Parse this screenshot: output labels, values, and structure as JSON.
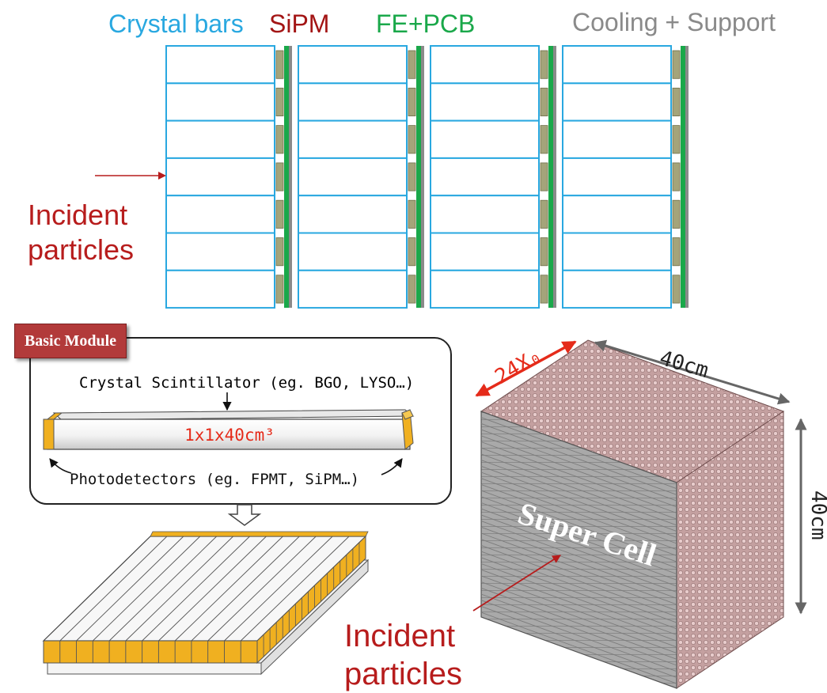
{
  "header": {
    "crystal_bars": "Crystal bars",
    "sipm": "SiPM",
    "fe_pcb": "FE+PCB",
    "cooling_support": "Cooling + Support"
  },
  "top_incident": {
    "line1": "Incident",
    "line2": "particles"
  },
  "basic_module": {
    "badge": "Basic Module",
    "crystal_label": "Crystal Scintillator (eg. BGO, LYSO…)",
    "dimension": "1x1x40cm³",
    "photodetectors_label": "Photodetectors (eg. FPMT, SiPM…)"
  },
  "super_cell": {
    "label": "Super Cell",
    "depth": "24X₀",
    "width": "40cm",
    "height": "40cm"
  },
  "bottom_incident": {
    "line1": "Incident",
    "line2": "particles"
  },
  "colors": {
    "crystal": "#29a8e0",
    "sipm": "#a31515",
    "fe_pcb": "#1aa84a",
    "cooling": "#8a8a8a",
    "sipm_block": "#a4a47a",
    "red": "#b71c1c",
    "pink": "#c89a9a",
    "orange": "#f0b020"
  }
}
